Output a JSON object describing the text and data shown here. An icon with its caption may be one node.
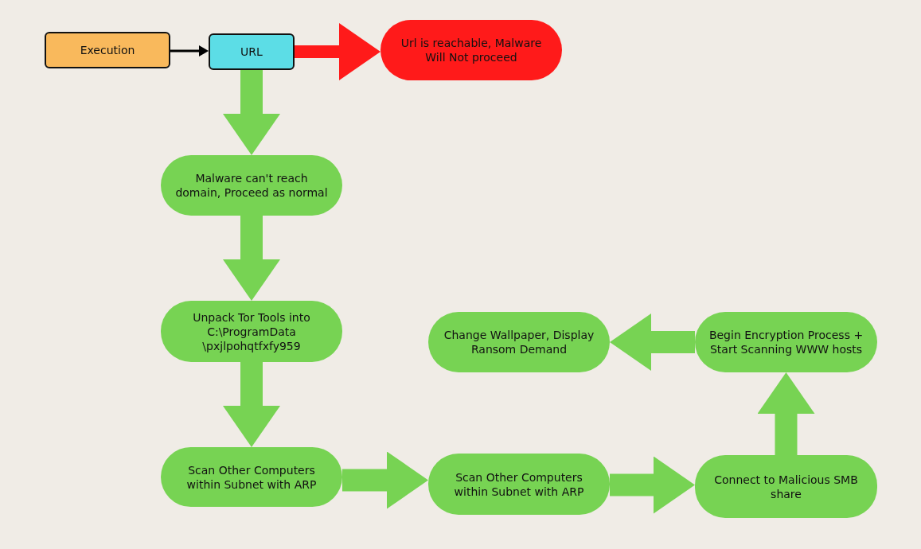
{
  "diagram": {
    "nodes": [
      {
        "text": [
          "Execution"
        ]
      },
      {
        "text": [
          "URL"
        ]
      },
      {
        "text": [
          "Url is reachable, Malware Will Not proceed"
        ]
      },
      {
        "text": [
          "Malware can't reach domain, Proceed as normal"
        ]
      },
      {
        "text": [
          "Unpack Tor Tools into C:\\ProgramData \\pxjlpohqtfxfy959"
        ]
      },
      {
        "text": [
          "Scan Other Computers within Subnet with ARP"
        ]
      },
      {
        "text": [
          "Scan Other Computers within Subnet with ARP"
        ]
      },
      {
        "text": [
          "Connect to Malicious SMB share"
        ]
      },
      {
        "text": [
          "Begin Encryption Process + Start Scanning WWW hosts"
        ]
      },
      {
        "text": [
          "Change Wallpaper, Display Ransom Demand"
        ]
      }
    ],
    "edges": [
      {
        "from": 0,
        "to": 1,
        "arrow": "to",
        "color": "#000000"
      },
      {
        "from": 1,
        "to": 2,
        "arrow": "to",
        "color": "#ff1a1a"
      },
      {
        "from": 1,
        "to": 3,
        "arrow": "to"
      },
      {
        "from": 3,
        "to": 4,
        "arrow": "to"
      },
      {
        "from": 4,
        "to": 5,
        "arrow": "to"
      },
      {
        "from": 5,
        "to": 6,
        "arrow": "to"
      },
      {
        "from": 6,
        "to": 7,
        "arrow": "to"
      },
      {
        "from": 7,
        "to": 8,
        "arrow": "to"
      },
      {
        "from": 8,
        "to": 9,
        "arrow": "to"
      }
    ]
  }
}
